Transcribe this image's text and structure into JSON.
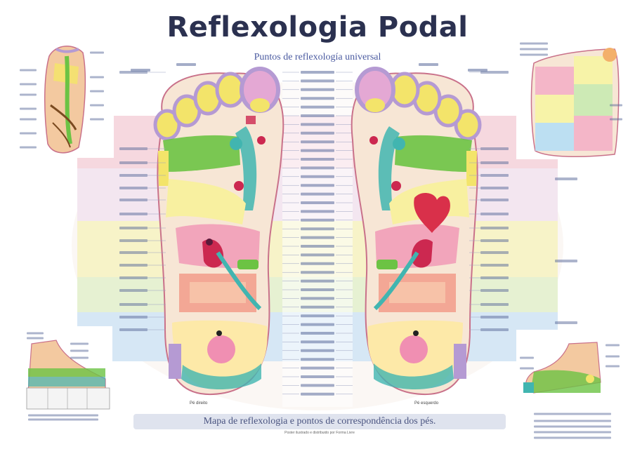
{
  "poster": {
    "title": "Reflexologia Podal",
    "subtitle": "Puntos de reflexología universal",
    "footer": "Mapa de reflexologia e pontos de correspondência dos pés.",
    "credit": "Poster ilustrado e distribuido por Forma Livre",
    "left_foot_caption": "Pé direito",
    "right_foot_caption": "Pé esquerdo"
  },
  "colors": {
    "band_top": "#f6d8df",
    "band_mid": "#f7f3c8",
    "band_low": "#dfeec8",
    "band_bottom": "#d6e7f5",
    "skin": "#f4c9a2",
    "outline": "#c9718a",
    "toe_purple": "#b59ad3",
    "toe_yellow": "#f3e46a",
    "green": "#6cc344",
    "teal": "#41b5b0",
    "pink": "#f08fb2",
    "red": "#cc2850",
    "salmon": "#f29b8a",
    "blue": "#7fb8e6",
    "title": "#2b3150"
  }
}
